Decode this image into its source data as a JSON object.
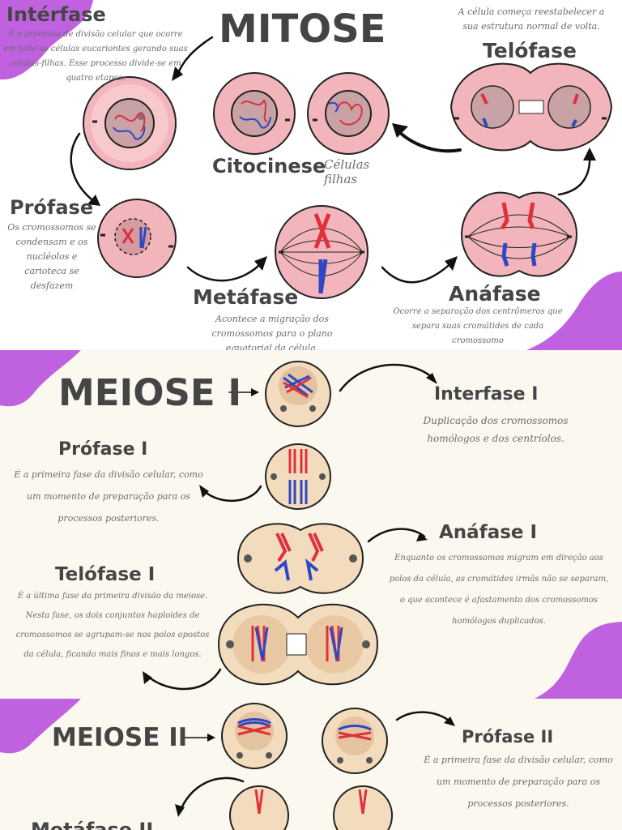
{
  "colors": {
    "purple_accent": "#c061e0",
    "cell_pink": "#f2b5bb",
    "cell_beige": "#f3dcbd",
    "chromosome_red": "#e0303b",
    "chromosome_blue": "#2f47c4",
    "heading_gray": "#454545"
  },
  "mitose": {
    "title": "MITOSE",
    "interfase": {
      "label": "Intérfase",
      "desc": "É o processo de divisão celular que ocorre em todo as células eucariontes gerando suas células-filhas. Esse processo divide-se em quatro etapas:"
    },
    "citocinese": {
      "label": "Citocinese",
      "sub": "Células filhas"
    },
    "telofase": {
      "label": "Telófase",
      "desc": "A célula começa reestabelecer a sua estrutura normal de volta."
    },
    "profase": {
      "label": "Prófase",
      "desc": "Os cromossomos se condensam e os nucléolos e carioteca se desfazem"
    },
    "metafase": {
      "label": "Metáfase",
      "desc": "Acontece a migração dos cromossomos para o plano equatorial da célula."
    },
    "anafase": {
      "label": "Anáfase",
      "desc": "Ocorre a separação dos centrômeros que separa suas cromátides de cada cromossomo"
    }
  },
  "meiose1": {
    "title": "MEIOSE I",
    "interfase": {
      "label": "Interfase I",
      "desc": "Duplicação dos cromossomos homólogos e dos centríolos."
    },
    "profase": {
      "label": "Prófase I",
      "desc": "É a primeira fase da divisão celular, como um momento de preparação para os processos posteriores."
    },
    "anafase": {
      "label": "Anáfase I",
      "desc": "Enquanto os cromossomos migram em direção aos polos da célula, as cromátides irmãs não se separam, o que acontece é afastamento dos cromossomos homólogos duplicados."
    },
    "telofase": {
      "label": "Telófase I",
      "desc": "É a última fase da primeira divisão da meiose. Nesta fase, os dois conjuntos haploides de cromossomos se agrupam-se nos polos opostos da célula, ficando mais finos e mais longos."
    }
  },
  "meiose2": {
    "title": "MEIOSE II",
    "profase": {
      "label": "Prófase II",
      "desc": "É a primeira fase da divisão celular, como um momento de preparação para os processos posteriores."
    },
    "metafase": {
      "label": "Metáfase II"
    }
  }
}
